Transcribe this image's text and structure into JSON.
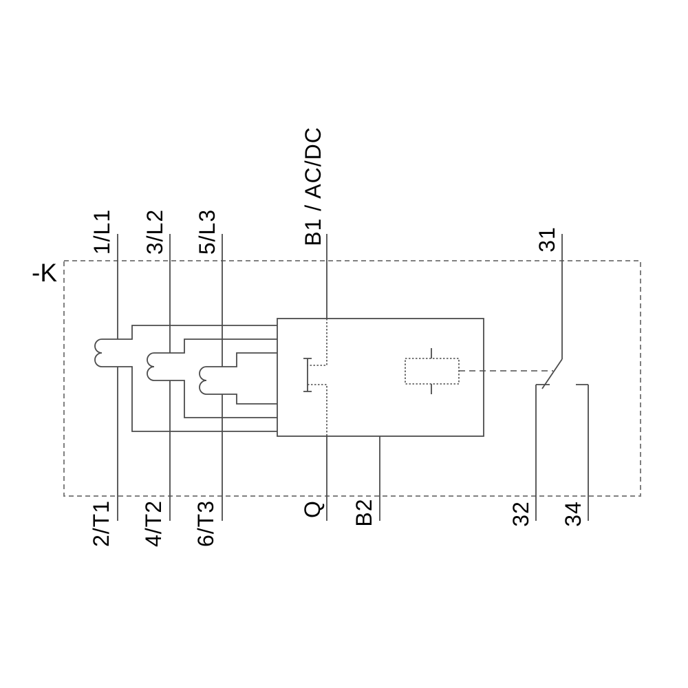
{
  "device": {
    "designation": "-K"
  },
  "terminals": {
    "top": [
      {
        "label": "1/L1"
      },
      {
        "label": "3/L2"
      },
      {
        "label": "5/L3"
      },
      {
        "label": "B1 / AC/DC"
      },
      {
        "label": "31"
      }
    ],
    "bottom": [
      {
        "label": "2/T1"
      },
      {
        "label": "4/T2"
      },
      {
        "label": "6/T3"
      },
      {
        "label": "Q"
      },
      {
        "label": "B2"
      },
      {
        "label": "32"
      },
      {
        "label": "34"
      }
    ]
  },
  "symbols": [
    "device-boundary-dashed-box",
    "heater-sensing-coil-l1",
    "heater-sensing-coil-l2",
    "heater-sensing-coil-l3",
    "electronics-box",
    "test-button",
    "trip-relay-coil-dashed-box",
    "mechanical-link-dashed-line",
    "changeover-contact-31-32-34"
  ],
  "colors": {
    "wire": "#4b4b4b",
    "boundary_dash": "#7f7f7f",
    "text": "#000000",
    "background": "#ffffff"
  }
}
